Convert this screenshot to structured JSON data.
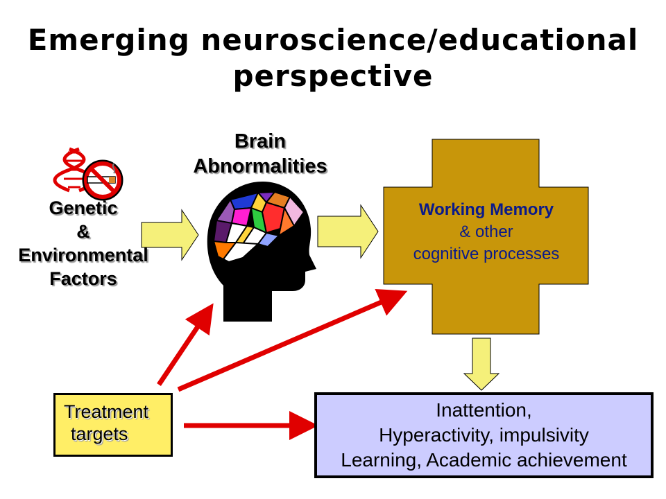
{
  "title": {
    "line1": "Emerging neuroscience/educational",
    "line2": "perspective"
  },
  "brain_label": {
    "line1": "Brain",
    "line2": "Abnormalities"
  },
  "genetic_label": {
    "line1": "Genetic",
    "line2": "&",
    "line3": "Environmental",
    "line4": "Factors"
  },
  "working_memory": {
    "line1": "Working Memory",
    "line2": "& other",
    "line3": "cognitive processes"
  },
  "treatment": {
    "line1": "Treatment",
    "line2": "targets"
  },
  "outcomes": {
    "line1": "Inattention,",
    "line2": "Hyperactivity, impulsivity",
    "line3": "Learning, Academic achievement"
  },
  "icons": [
    "dna-icon",
    "no-smoking-icon",
    "head-silhouette-icon",
    "brain-regions-icon"
  ],
  "colors": {
    "cross_fill": "#c8960a",
    "arrow_fill": "#f5f07a",
    "treatment_fill": "#ffee66",
    "outcome_fill": "#ccccff",
    "red_arrow": "#e00000",
    "wm_text": "#0a1a8a"
  }
}
